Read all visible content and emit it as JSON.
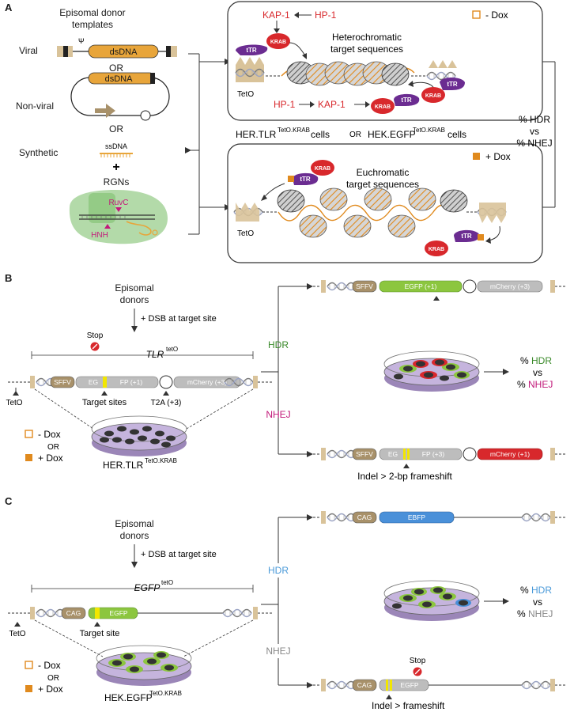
{
  "colors": {
    "dox_orange": "#e08a1e",
    "gene_tan": "#d9c39a",
    "dsDNA_orange": "#e8a53a",
    "egfp_green": "#8cc63f",
    "mcherry_red": "#d8282c",
    "ebfp_blue": "#4a90d9",
    "grey_gene": "#bdbdbd",
    "ttr_purple": "#6b2c91",
    "hdr_green": "#3a8a2a",
    "nhej_magenta": "#c21a7a",
    "hdr_blue": "#4a9ad9"
  },
  "panelA": {
    "label": "A",
    "donor_title_1": "Episomal donor",
    "donor_title_2": "templates",
    "viral": "Viral",
    "psi": "Ψ",
    "dsdna1": "dsDNA",
    "or1": "OR",
    "nonviral": "Non-viral",
    "dsdna2": "dsDNA",
    "or2": "OR",
    "synthetic": "Synthetic",
    "ssdna": "ssDNA",
    "plus": "+",
    "rgns": "RGNs",
    "ruvc": "RuvC",
    "hnh": "HNH",
    "kap1_top": "KAP-1",
    "hp1_top": "HP-1",
    "krab": "KRAB",
    "ttr": "tTR",
    "hetero_1": "Heterochromatic",
    "hetero_2": "target sequences",
    "tetO": "TetO",
    "hp1_bot": "HP-1",
    "kap1_bot": "KAP-1",
    "minus_dox": "- Dox",
    "cells_1": "HER.TLR",
    "cells_1_sup": "TetO.KRAB",
    "cells_1_suffix": "cells",
    "or_mid": "OR",
    "cells_2": "HEK.EGFP",
    "cells_2_sup": "TetO.KRAB",
    "cells_2_suffix": "cells",
    "eu_1": "Euchromatic",
    "eu_2": "target sequences",
    "plus_dox": "+ Dox",
    "pct_hdr": "% HDR",
    "vs": "vs",
    "pct_nhej": "% NHEJ"
  },
  "panelB": {
    "label": "B",
    "donors_1": "Episomal",
    "donors_2": "donors",
    "dsb": "+ DSB at target site",
    "stop": "Stop",
    "tlr": "TLR",
    "tlr_sup": "tetO",
    "sffv": "SFFV",
    "eg": "EG",
    "fp1": "FP (+1)",
    "mcherry3": "mCherry (+3)",
    "tetO": "TetO",
    "target_sites": "Target sites",
    "t2a": "T2A (+3)",
    "minus_dox": "- Dox",
    "or": "OR",
    "plus_dox": "+ Dox",
    "cells": "HER.TLR",
    "cells_sup": "TetO.KRAB",
    "hdr": "HDR",
    "nhej": "NHEJ",
    "hdr_sffv": "SFFV",
    "hdr_egfp": "EGFP (+1)",
    "hdr_mcherry": "mCherry (+3)",
    "pct": "%",
    "pct_hdr": "HDR",
    "vs": "vs",
    "pct2": "%",
    "pct_nhej": "NHEJ",
    "nhej_sffv": "SFFV",
    "nhej_eg": "EG",
    "nhej_fp": "FP (+3)",
    "nhej_mcherry": "mCherry (+1)",
    "indel": "Indel > 2-bp frameshift"
  },
  "panelC": {
    "label": "C",
    "donors_1": "Episomal",
    "donors_2": "donors",
    "dsb": "+ DSB at target site",
    "egfp": "EGFP",
    "egfp_sup": "tetO",
    "cag": "CAG",
    "egfp_gene": "EGFP",
    "tetO": "TetO",
    "target_site": "Target site",
    "minus_dox": "- Dox",
    "or": "OR",
    "plus_dox": "+ Dox",
    "cells": "HEK.EGFP",
    "cells_sup": "TetO.KRAB",
    "hdr": "HDR",
    "nhej": "NHEJ",
    "hdr_cag": "CAG",
    "ebfp": "EBFP",
    "pct": "%",
    "pct_hdr": "HDR",
    "vs": "vs",
    "pct2": "%",
    "pct_nhej": "NHEJ",
    "stop": "Stop",
    "nhej_cag": "CAG",
    "nhej_egfp": "EGFP",
    "indel": "Indel > frameshift"
  }
}
